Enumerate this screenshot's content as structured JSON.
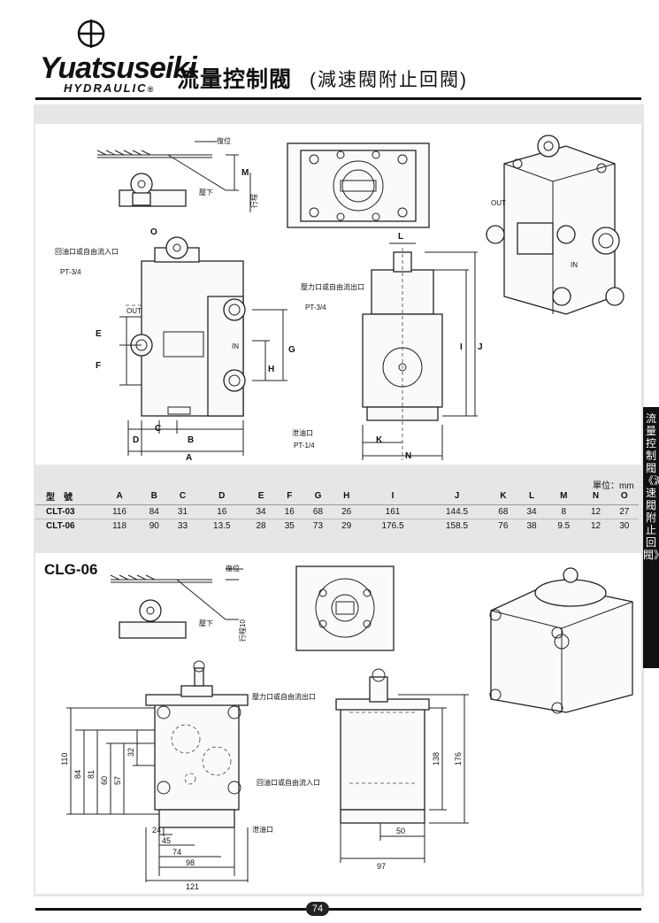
{
  "header": {
    "brand_main": "Yuatsuseiki",
    "brand_sub": "HYDRAULIC",
    "registered": "®",
    "title": "流量控制閥",
    "subtitle": "(減速閥附止回閥)"
  },
  "side_tab": {
    "text": "流量控制閥《減速閥附止回閥》"
  },
  "unit": "單位：mm",
  "spec_table": {
    "headers": [
      "型　號",
      "A",
      "B",
      "C",
      "D",
      "E",
      "F",
      "G",
      "H",
      "I",
      "J",
      "K",
      "L",
      "M",
      "N",
      "O"
    ],
    "rows": [
      [
        "CLT-03",
        "116",
        "84",
        "31",
        "16",
        "34",
        "16",
        "68",
        "26",
        "161",
        "144.5",
        "68",
        "34",
        "8",
        "12",
        "27"
      ],
      [
        "CLT-06",
        "118",
        "90",
        "33",
        "13.5",
        "28",
        "35",
        "73",
        "29",
        "176.5",
        "158.5",
        "76",
        "38",
        "9.5",
        "12",
        "30"
      ]
    ]
  },
  "clt_labels": {
    "reset": "復位",
    "press": "壓下",
    "stroke": "行程",
    "return_port": "回油口或自由流入口",
    "return_port_size": "PT-3/4",
    "pressure_port": "壓力口或自由流出口",
    "pressure_port_size": "PT-3/4",
    "drain_port": "泄油口",
    "drain_port_size": "PT-1/4",
    "dims": [
      "A",
      "B",
      "C",
      "D",
      "E",
      "F",
      "G",
      "H",
      "I",
      "J",
      "K",
      "L",
      "M",
      "N",
      "O"
    ],
    "out": "OUT",
    "in": "IN"
  },
  "clg": {
    "title": "CLG-06",
    "reset": "復位",
    "press": "壓下",
    "stroke": "行程10",
    "pressure_port": "壓力口或自由流出口",
    "return_port": "回油口或自由流入口",
    "drain_port": "泄油口",
    "vertical_dims": [
      "110",
      "84",
      "81",
      "60",
      "57",
      "32"
    ],
    "horizontal_dims": [
      "24",
      "45",
      "74",
      "98",
      "121"
    ],
    "side_dims": [
      "138",
      "176",
      "50",
      "97"
    ]
  },
  "footer": {
    "page": "74"
  }
}
